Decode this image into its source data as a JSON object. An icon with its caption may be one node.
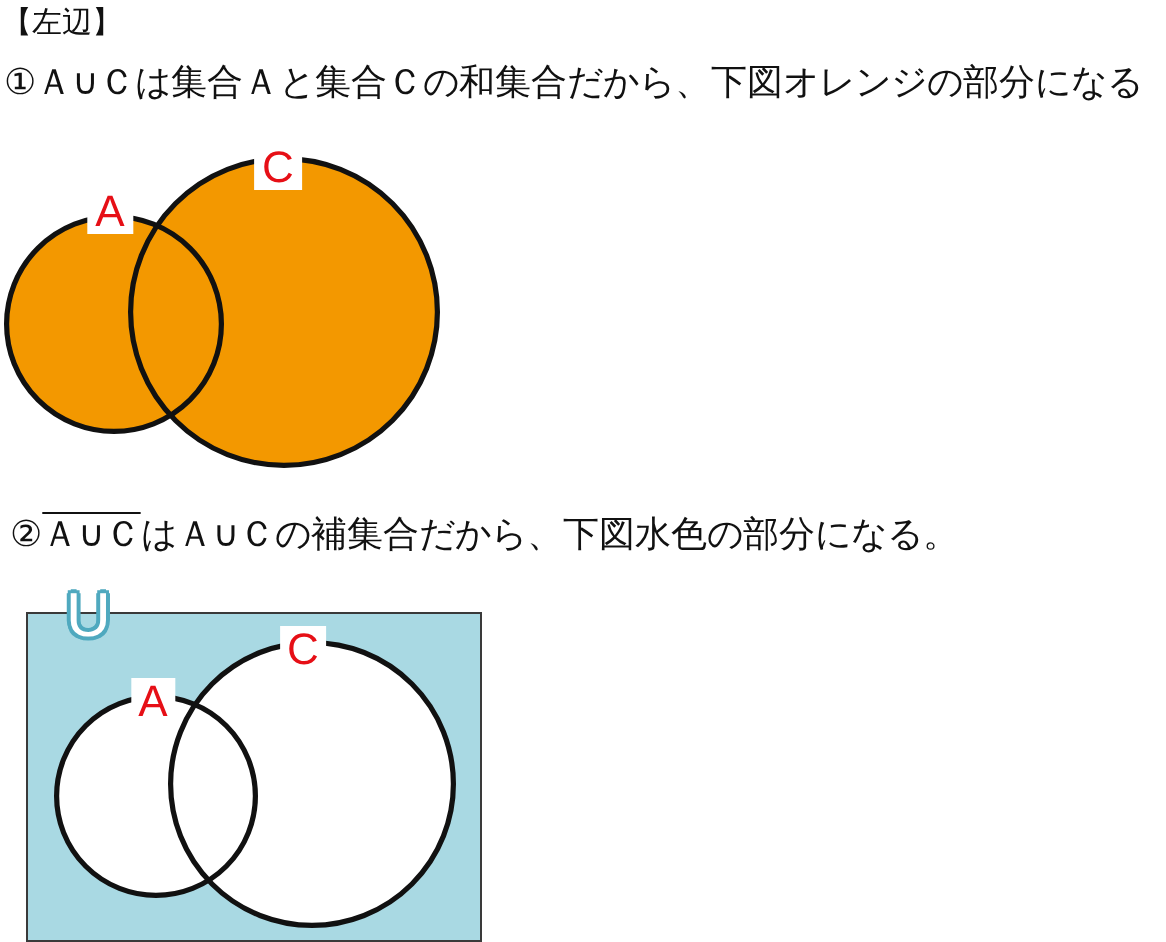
{
  "diagram": {
    "title": "【左辺】",
    "nodes": [
      {
        "text": [
          "A"
        ]
      },
      {
        "text": [
          "C"
        ]
      },
      {
        "text": [
          "U"
        ]
      },
      {
        "text": [
          "A"
        ],
        "in": 2
      },
      {
        "text": [
          "C"
        ],
        "in": 2
      }
    ],
    "labels": [
      "①Ａ∪Ｃは集合Ａと集合Ｃの和集合だから、下図オレンジの部分になる",
      "②",
      "Ａ∪Ｃ",
      "はＡ∪Ｃの補集合だから、下図水色の部分になる。"
    ]
  }
}
